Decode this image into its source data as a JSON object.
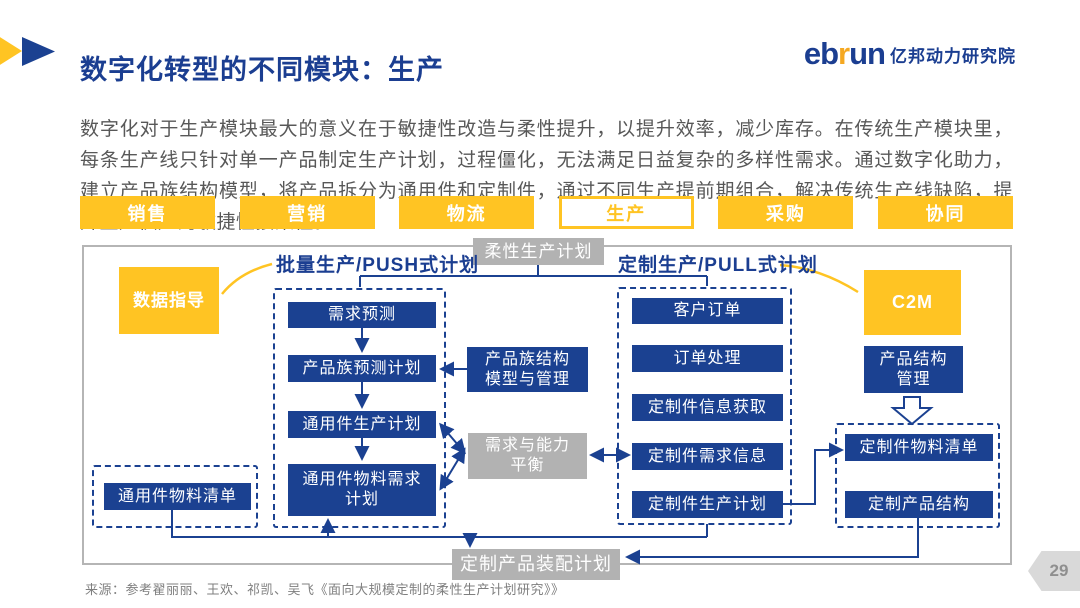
{
  "header": {
    "title": "数字化转型的不同模块：生产",
    "logo": {
      "part1": "eb",
      "accent": "r",
      "part2": "un",
      "suffix": "亿邦动力研究院"
    }
  },
  "intro": "数字化对于生产模块最大的意义在于敏捷性改造与柔性提升，以提升效率，减少库存。在传统生产模块里，每条生产线只针对单一产品制定生产计划，过程僵化，无法满足日益复杂的多样性需求。通过数字化助力，建立产品族结构模型，将产品拆分为通用件和定制件，通过不同生产提前期组合，解决传统生产线缺陷，提升生产供应的敏捷性接柔性。",
  "tabs": [
    {
      "label": "销售",
      "active": false
    },
    {
      "label": "营销",
      "active": false
    },
    {
      "label": "物流",
      "active": false
    },
    {
      "label": "生产",
      "active": true
    },
    {
      "label": "采购",
      "active": false
    },
    {
      "label": "协同",
      "active": false
    }
  ],
  "diagram": {
    "flexible_plan": "柔性生产计划",
    "push_label": "批量生产/PUSH式计划",
    "pull_label": "定制生产/PULL式计划",
    "data_guide": "数据指导",
    "c2m": "C2M",
    "push_steps": [
      "需求预测",
      "产品族预测计划",
      "通用件生产计划",
      "通用件物料需求计划"
    ],
    "pull_steps": [
      "客户订单",
      "订单处理",
      "定制件信息获取",
      "定制件需求信息",
      "定制件生产计划"
    ],
    "product_model": {
      "line1": "产品族结构",
      "line2": "模型与管理"
    },
    "demand_balance": {
      "line1": "需求与能力",
      "line2": "平衡"
    },
    "product_structure": {
      "line1": "产品结构",
      "line2": "管理"
    },
    "custom_bom": "定制件物料清单",
    "custom_structure": "定制产品结构",
    "generic_bom": "通用件物料清单",
    "assembly_plan": "定制产品装配计划"
  },
  "footer": {
    "source": "来源：参考翟丽丽、王欢、祁凯、吴飞《面向大规模定制的柔性生产计划研究》》",
    "page": "29"
  },
  "colors": {
    "accent_yellow": "#ffc423",
    "primary_blue": "#1b4191",
    "box_gray": "#b2b2b2"
  }
}
